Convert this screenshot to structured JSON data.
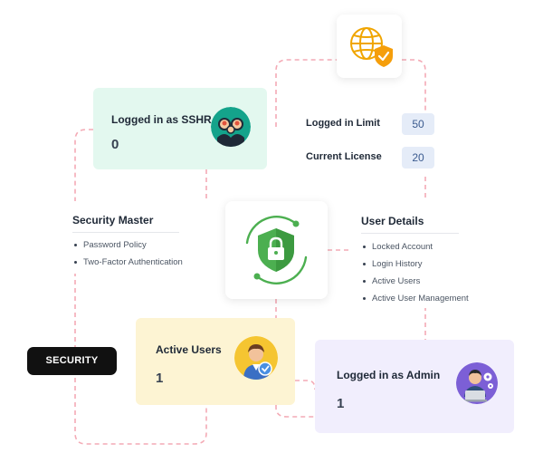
{
  "cards": {
    "sshr": {
      "title": "Logged in as SSHR",
      "count": "0"
    },
    "active_users": {
      "title": "Active Users",
      "count": "1"
    },
    "admin": {
      "title": "Logged in as Admin",
      "count": "1"
    }
  },
  "license": {
    "logged_in_limit_label": "Logged in Limit",
    "logged_in_limit_value": "50",
    "current_license_label": "Current License",
    "current_license_value": "20"
  },
  "security_master": {
    "title": "Security Master",
    "items": [
      "Password Policy",
      "Two-Factor Authentication"
    ]
  },
  "user_details": {
    "title": "User Details",
    "items": [
      "Locked Account",
      "Login History",
      "Active Users",
      "Active User Management"
    ]
  },
  "badge": {
    "label": "SECURITY"
  },
  "icons": {
    "globe": "globe-shield-icon",
    "shield": "shield-lock-icon",
    "sshr_avatar": "group-avatar-icon",
    "active_users_avatar": "verified-user-avatar-icon",
    "admin_avatar": "admin-laptop-avatar-icon"
  },
  "colors": {
    "mint": "#e3f8ef",
    "cream": "#fdf4d3",
    "lavender": "#f1eefd",
    "shield_green": "#4caf50",
    "connector_pink": "#f4aab5",
    "badge_dark": "#111111",
    "pill_blue": "#e5ecf8"
  }
}
